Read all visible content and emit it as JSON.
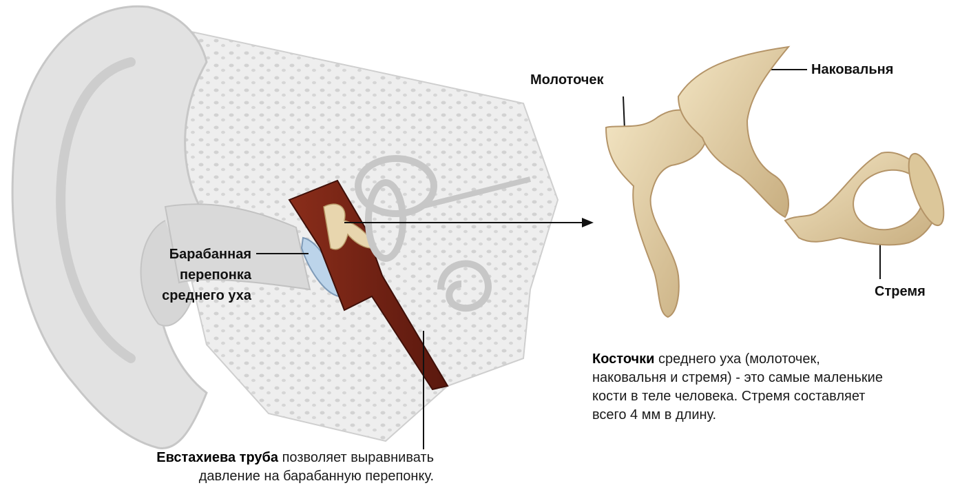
{
  "labels": {
    "hammer": "Молоточек",
    "anvil": "Наковальня",
    "stirrup": "Стремя",
    "eardrum_line1": "Барабанная",
    "eardrum_line2": "перепонка",
    "eardrum_line3": "среднего уха"
  },
  "eustachian": {
    "bold": "Евстахиева труба",
    "text_1": " позволяет выравнивать",
    "text_2": "давление на барабанную перепонку."
  },
  "ossicles_note": {
    "bold": "Косточки",
    "text_1": " среднего уха (молоточек,",
    "text_2": "наковальня и стремя) - это самые маленькие",
    "text_3": "кости в теле человека. Стремя составляет",
    "text_4": "всего 4 мм в длину."
  },
  "colors": {
    "bone": "#e8d6ae",
    "bone_shadow": "#c9b184",
    "skin": "#e4e4e4",
    "canal": "#6b1e12",
    "eardrum": "#bcd4ea"
  }
}
